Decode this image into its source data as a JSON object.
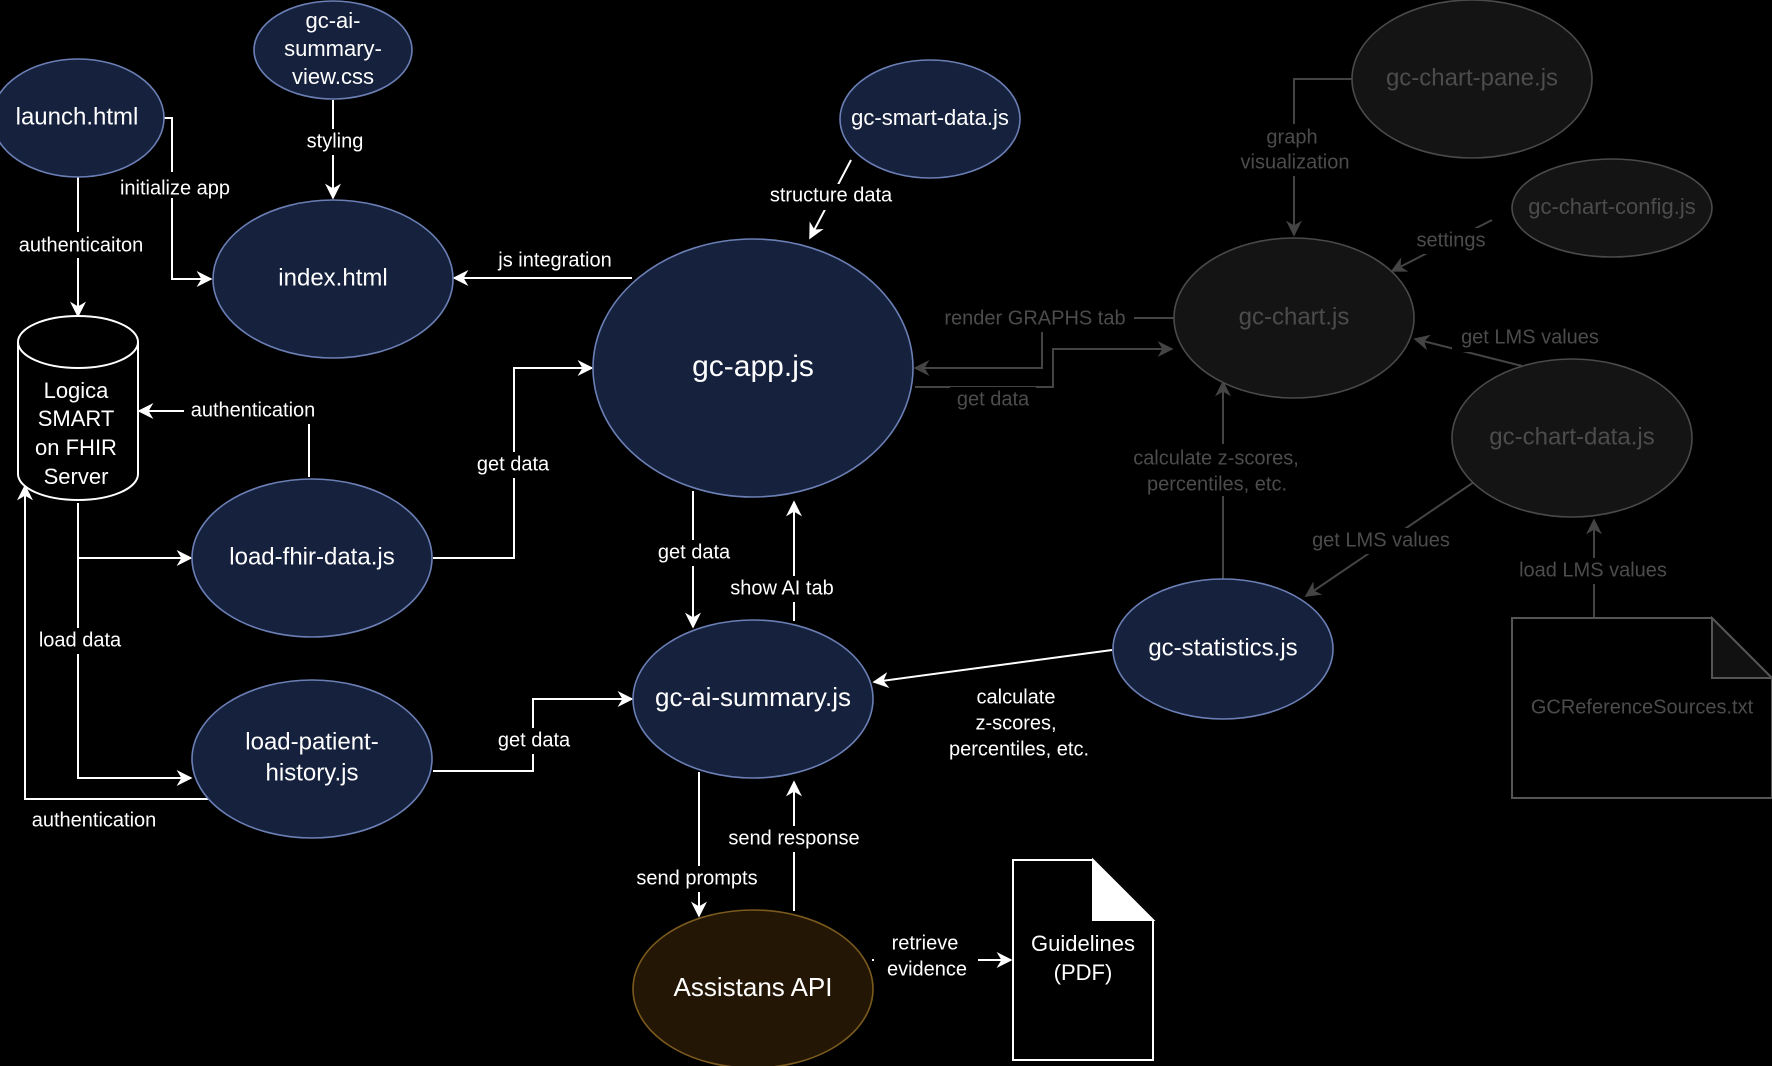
{
  "nodes": {
    "launch": "launch.html",
    "css_line1": "gc-ai-",
    "css_line2": "summary-",
    "css_line3": "view.css",
    "index": "index.html",
    "smart_data": "gc-smart-data.js",
    "app": "gc-app.js",
    "db_line1": "Logica",
    "db_line2": "SMART",
    "db_line3": "on FHIR",
    "db_line4": "Server",
    "load_fhir": "load-fhir-data.js",
    "patient_line1": "load-patient-",
    "patient_line2": "history.js",
    "ai_summary": "gc-ai-summary.js",
    "statistics": "gc-statistics.js",
    "api": "Assistans API",
    "guide_line1": "Guidelines",
    "guide_line2": "(PDF)",
    "chart_pane": "gc-chart-pane.js",
    "chart_config": "gc-chart-config.js",
    "chart": "gc-chart.js",
    "chart_data": "gc-chart-data.js",
    "ref_sources": "GCReferenceSources.txt"
  },
  "edges": {
    "initialize_app": "initialize app",
    "authenticaiton": "authenticaiton",
    "styling": "styling",
    "structure_data": "structure data",
    "js_integration": "js integration",
    "authentication_fhir": "authentication",
    "get_data_fhir": "get data",
    "load_data": "load data",
    "authentication_patient": "authentication",
    "get_data_patient": "get data",
    "get_data_app": "get data",
    "show_ai_tab": "show AI tab",
    "send_prompts": "send prompts",
    "send_response": "send response",
    "retrieve_1": "retrieve",
    "retrieve_2": "evidence",
    "calc_1": "calculate",
    "calc_2": "z-scores,",
    "calc_3": "percentiles, etc.",
    "render_graphs": "render GRAPHS tab",
    "get_data_chart": "get data",
    "graph_vis_1": "graph",
    "graph_vis_2": "visualization",
    "settings": "settings",
    "get_lms_chart": "get LMS values",
    "calc_dim_1": "calculate z-scores,",
    "calc_dim_2": "percentiles, etc.",
    "get_lms_stats": "get LMS values",
    "load_lms": "load LMS values"
  },
  "colors": {
    "background": "#000000",
    "node_fill": "#15213d",
    "node_stroke": "#6b7fb5",
    "api_fill": "#241605",
    "api_stroke": "#7a5a1d",
    "dim_text": "#4c4c4c"
  }
}
